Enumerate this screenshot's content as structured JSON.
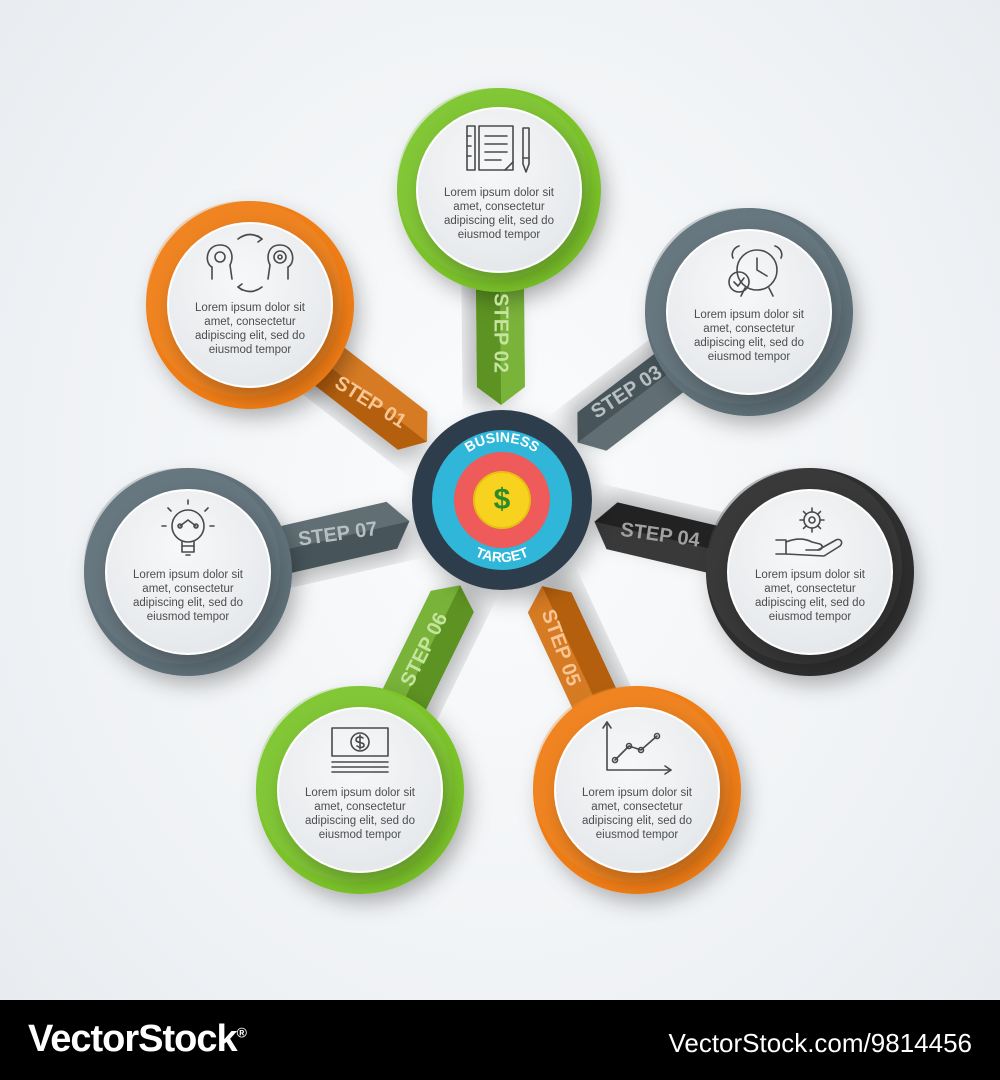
{
  "center": {
    "top_label": "BUSINESS",
    "bottom_label": "TARGET",
    "symbol": "$",
    "colors": {
      "outer": "#2d3e4c",
      "ring": "#2fb6d8",
      "red": "#ef5a5a",
      "yellow": "#f7d21e",
      "symbol": "#2c8a2c"
    }
  },
  "steps": [
    {
      "id": "01",
      "label": "STEP 01",
      "icon": "question-gear-heads-icon",
      "color": "#f07d12",
      "text": [
        "Lorem ipsum dolor sit",
        "amet, consectetur",
        "adipiscing elit, sed do",
        "eiusmod tempor"
      ]
    },
    {
      "id": "02",
      "label": "STEP 02",
      "icon": "documents-ruler-pencil-icon",
      "color": "#7cc42c",
      "text": [
        "Lorem ipsum dolor sit",
        "amet, consectetur",
        "adipiscing elit, sed do",
        "eiusmod tempor"
      ]
    },
    {
      "id": "03",
      "label": "STEP 03",
      "icon": "alarm-clock-check-icon",
      "color": "#5f7078",
      "text": [
        "Lorem ipsum dolor sit",
        "amet, consectetur",
        "adipiscing elit, sed do",
        "eiusmod tempor"
      ]
    },
    {
      "id": "04",
      "label": "STEP 04",
      "icon": "hand-gear-icon",
      "color": "#2e2e2e",
      "text": [
        "Lorem ipsum dolor sit",
        "amet, consectetur",
        "adipiscing elit, sed do",
        "eiusmod tempor"
      ]
    },
    {
      "id": "05",
      "label": "STEP 05",
      "icon": "line-chart-icon",
      "color": "#f07d12",
      "text": [
        "Lorem ipsum dolor sit",
        "amet, consectetur",
        "adipiscing elit, sed do",
        "eiusmod tempor"
      ]
    },
    {
      "id": "06",
      "label": "STEP 06",
      "icon": "dollar-bill-icon",
      "color": "#7cc42c",
      "text": [
        "Lorem ipsum dolor sit",
        "amet, consectetur",
        "adipiscing elit, sed do",
        "eiusmod tempor"
      ]
    },
    {
      "id": "07",
      "label": "STEP 07",
      "icon": "lightbulb-icon",
      "color": "#5f7078",
      "text": [
        "Lorem ipsum dolor sit",
        "amet, consectetur",
        "adipiscing elit, sed do",
        "eiusmod tempor"
      ]
    }
  ],
  "footer": {
    "logo": "VectorStock",
    "logo_mark": "®",
    "image_id": "VectorStock.com/9814456"
  }
}
